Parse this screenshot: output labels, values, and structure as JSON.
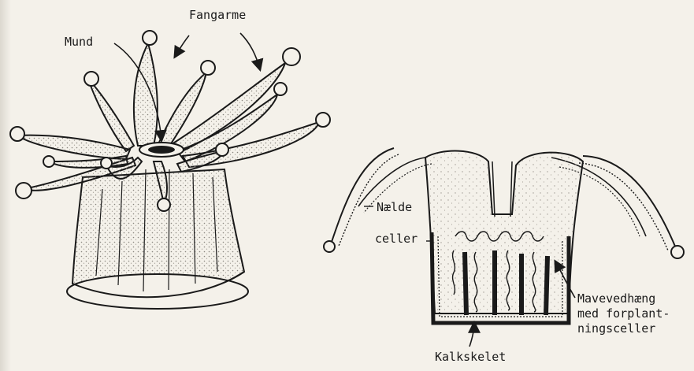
{
  "labels": {
    "tentacles": "Fangarme",
    "mouth": "Mund",
    "stinging_cells_1": "Nælde",
    "stinging_cells_2": "celler",
    "skeleton": "Kalkskelet",
    "mesenteries": "Mavevedhæng\nmed forplant-\nningsceller"
  },
  "colors": {
    "ink": "#1a1a1a",
    "paper": "#f4f1ea",
    "stipple": "#8a8680"
  }
}
